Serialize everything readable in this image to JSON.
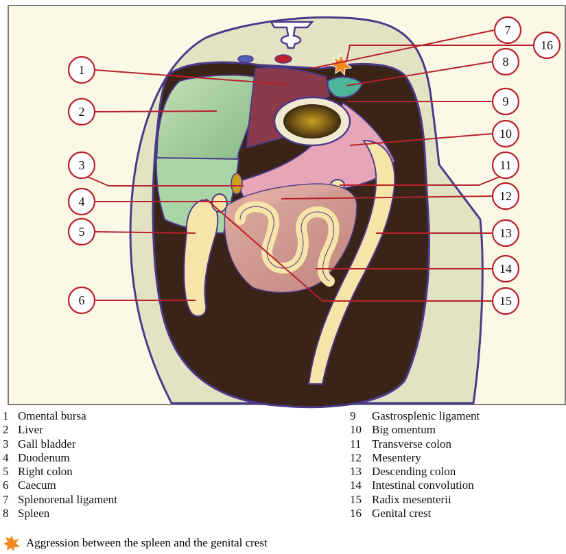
{
  "callouts": [
    "1",
    "2",
    "3",
    "4",
    "5",
    "6",
    "7",
    "8",
    "9",
    "10",
    "11",
    "12",
    "13",
    "14",
    "15",
    "16"
  ],
  "legend": {
    "left": [
      {
        "num": "1",
        "label": "Omental bursa"
      },
      {
        "num": "2",
        "label": "Liver"
      },
      {
        "num": "3",
        "label": "Gall bladder"
      },
      {
        "num": "4",
        "label": "Duodenum"
      },
      {
        "num": "5",
        "label": "Right colon"
      },
      {
        "num": "6",
        "label": "Caecum"
      },
      {
        "num": "7",
        "label": "Splenorenal ligament"
      },
      {
        "num": "8",
        "label": "Spleen"
      }
    ],
    "right": [
      {
        "num": "9",
        "label": "Gastrosplenic ligament"
      },
      {
        "num": "10",
        "label": "Big omentum"
      },
      {
        "num": "11",
        "label": "Transverse colon"
      },
      {
        "num": "12",
        "label": "Mesentery"
      },
      {
        "num": "13",
        "label": "Descending colon"
      },
      {
        "num": "14",
        "label": "Intestinal convolution"
      },
      {
        "num": "15",
        "label": "Radix mesenterii"
      },
      {
        "num": "16",
        "label": "Genital crest"
      }
    ]
  },
  "star_note": "Aggression between the spleen and the genital crest",
  "colors": {
    "frame": "#7a7a7a",
    "background": "#fbf8e6",
    "callout_stroke": "#b8202a",
    "body_wall": "#e3e3c3",
    "cavity": "#3a2418",
    "liver": "#9fc99a",
    "omentum": "#e7a6b8",
    "colon": "#f7e4a8",
    "star": "#f28a1e"
  }
}
